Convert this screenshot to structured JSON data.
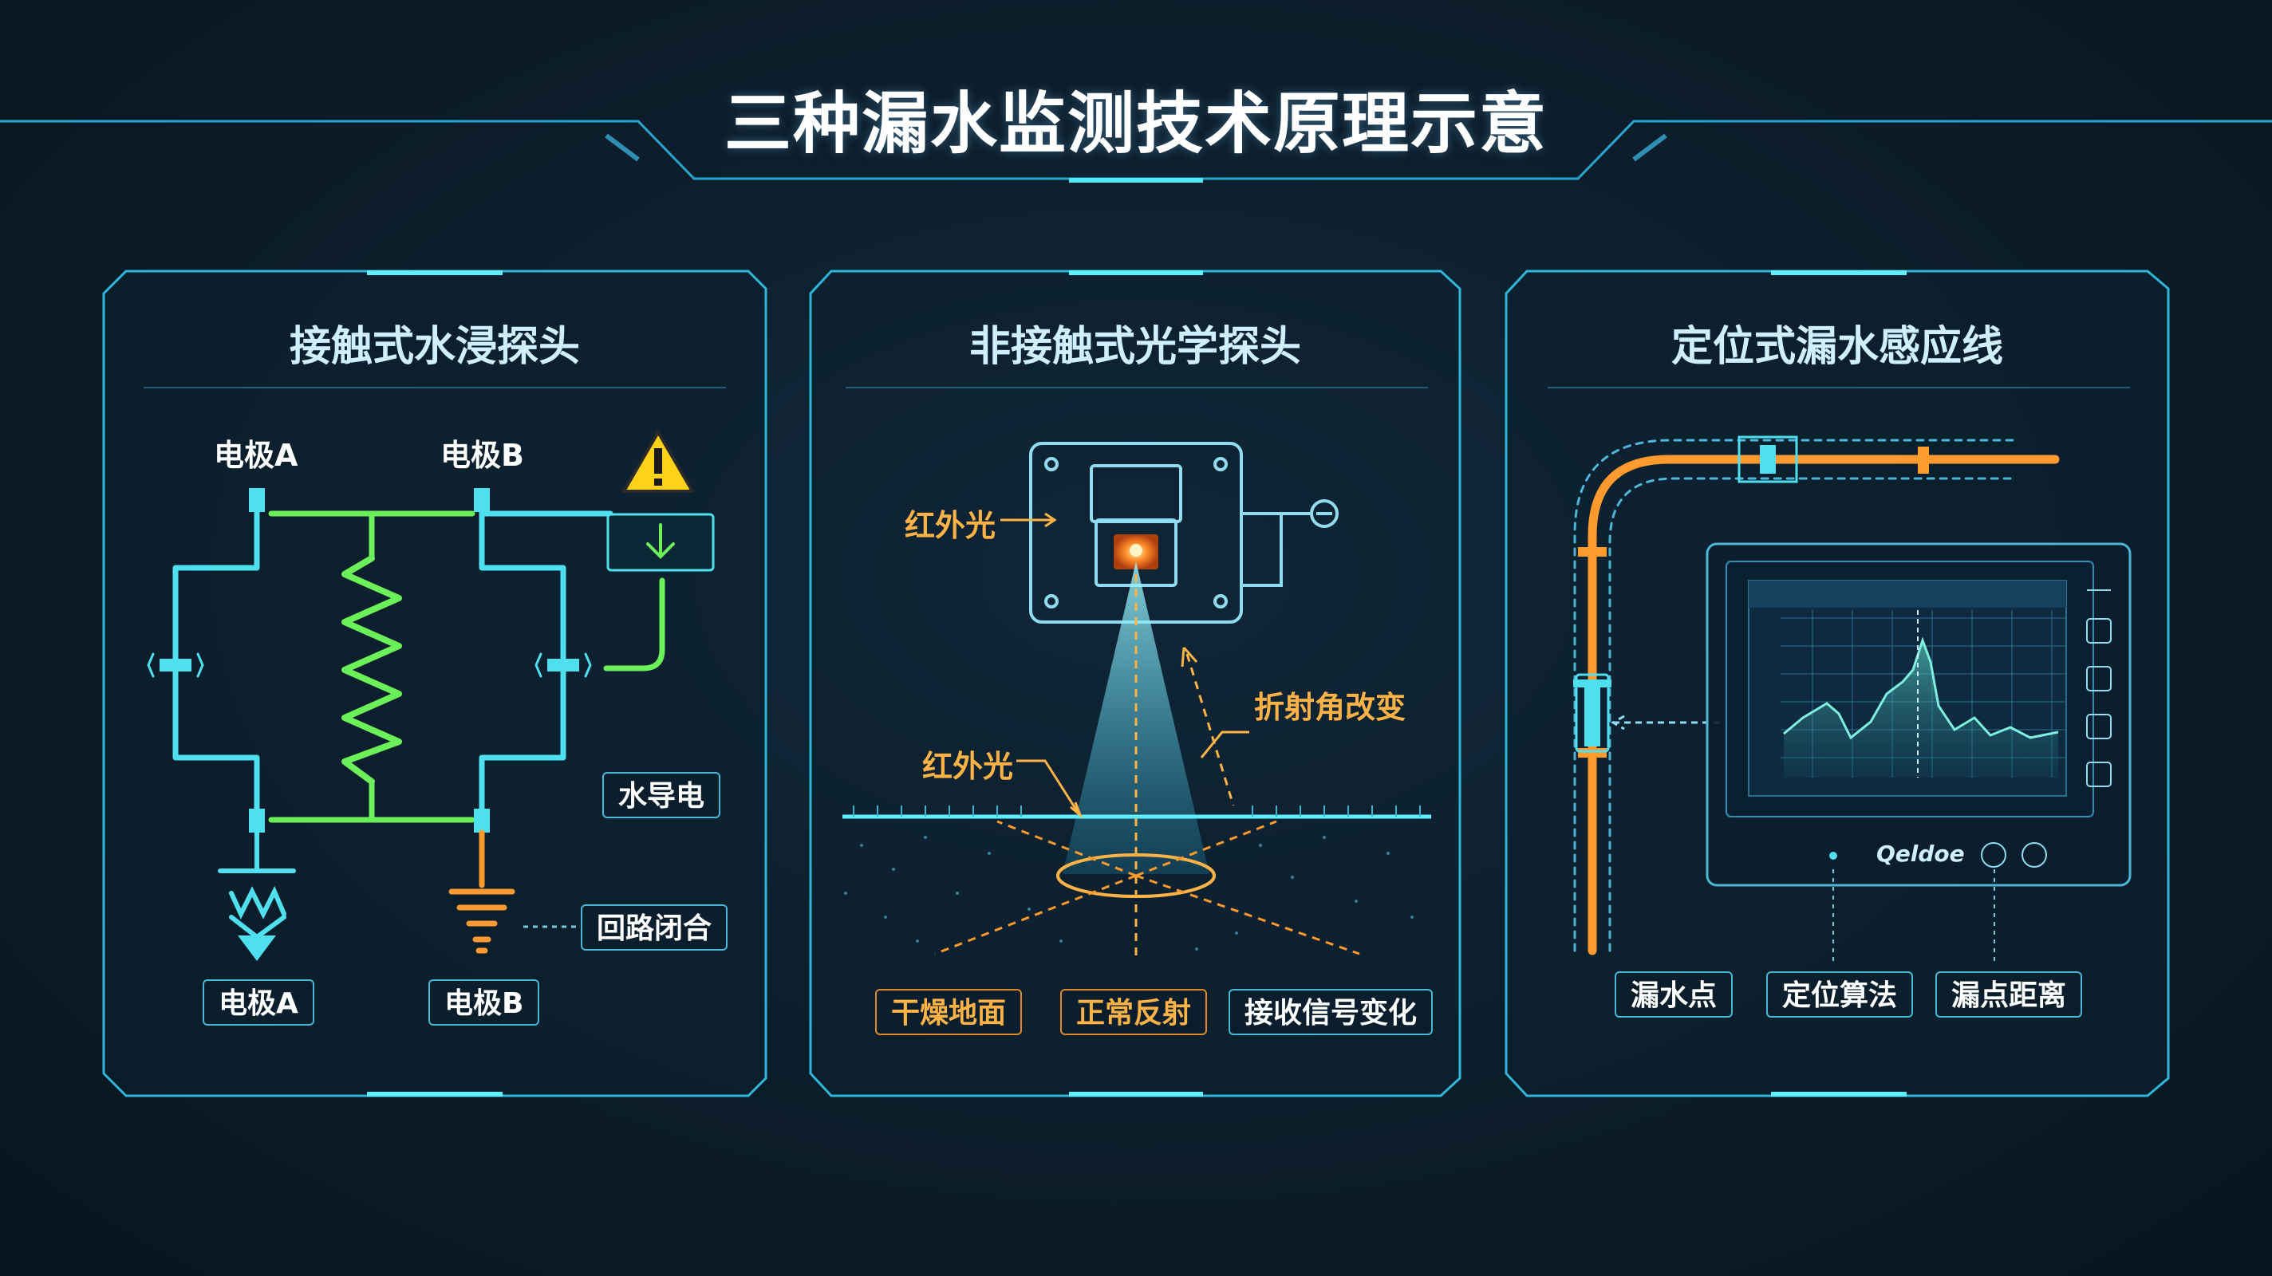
{
  "title": "三种漏水监测技术原理示意",
  "panel1": {
    "title": "接触式水浸探头",
    "electrode_a_top": "电极A",
    "electrode_b_top": "电极B",
    "electrode_a_bottom": "电极A",
    "electrode_b_bottom": "电极B",
    "water_conducts": "水导电",
    "circuit_closed": "回路闭合",
    "warning_icon": "warning-triangle-icon"
  },
  "panel2": {
    "title": "非接触式光学探头",
    "infrared_top": "红外光",
    "infrared_mid": "红外光",
    "refraction": "折射角改变",
    "dry_floor": "干燥地面",
    "normal_reflection": "正常反射",
    "signal_change": "接收信号变化"
  },
  "panel3": {
    "title": "定位式漏水感应线",
    "leak_point": "漏水点",
    "algorithm": "定位算法",
    "distance": "漏点距离",
    "device_brand": "Qeldoe"
  },
  "colors": {
    "cyan": "#4fe0f0",
    "green": "#6cf05a",
    "orange": "#ff9a2e",
    "frame": "#2fb6d8"
  }
}
